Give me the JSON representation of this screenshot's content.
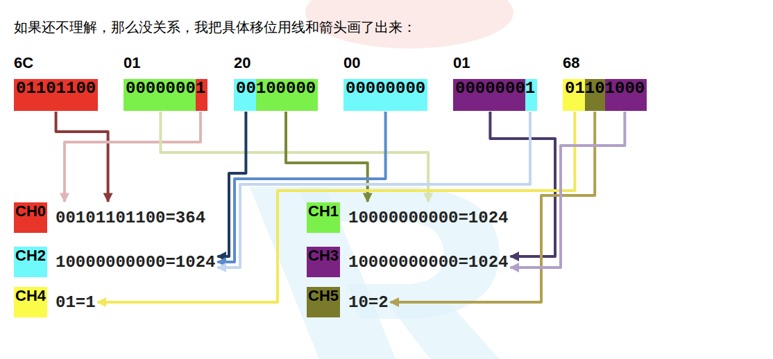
{
  "diagram": {
    "title": "如果还不理解，那么没关系，我把具体移位用线和箭头画了出来：",
    "nodes": [
      {
        "text": [
          "6C",
          "01101100"
        ]
      },
      {
        "text": [
          "01",
          "00000001"
        ]
      },
      {
        "text": [
          "20",
          "00100000"
        ]
      },
      {
        "text": [
          "00",
          "00000000"
        ]
      },
      {
        "text": [
          "01",
          "00000001"
        ]
      },
      {
        "text": [
          "68",
          "01101000"
        ]
      },
      {
        "text": [
          "CH0",
          "00101101100=364"
        ]
      },
      {
        "text": [
          "CH1",
          "10000000000=1024"
        ]
      },
      {
        "text": [
          "CH2",
          "10000000000=1024"
        ]
      },
      {
        "text": [
          "CH3",
          "10000000000=1024"
        ]
      },
      {
        "text": [
          "CH4",
          "01=1"
        ]
      },
      {
        "text": [
          "CH5",
          "10=2"
        ]
      }
    ],
    "edges": [
      {
        "from": 0,
        "to": 6,
        "arrow": "to"
      },
      {
        "from": 1,
        "to": 6,
        "arrow": "to"
      },
      {
        "from": 1,
        "to": 7,
        "arrow": "to"
      },
      {
        "from": 2,
        "to": 8,
        "arrow": "to"
      },
      {
        "from": 2,
        "to": 7,
        "arrow": "to"
      },
      {
        "from": 3,
        "to": 8,
        "arrow": "to"
      },
      {
        "from": 4,
        "to": 9,
        "arrow": "to"
      },
      {
        "from": 4,
        "to": 8,
        "arrow": "to"
      },
      {
        "from": 5,
        "to": 10,
        "arrow": "to"
      },
      {
        "from": 5,
        "to": 11,
        "arrow": "to"
      },
      {
        "from": 5,
        "to": 9,
        "arrow": "to"
      }
    ]
  }
}
